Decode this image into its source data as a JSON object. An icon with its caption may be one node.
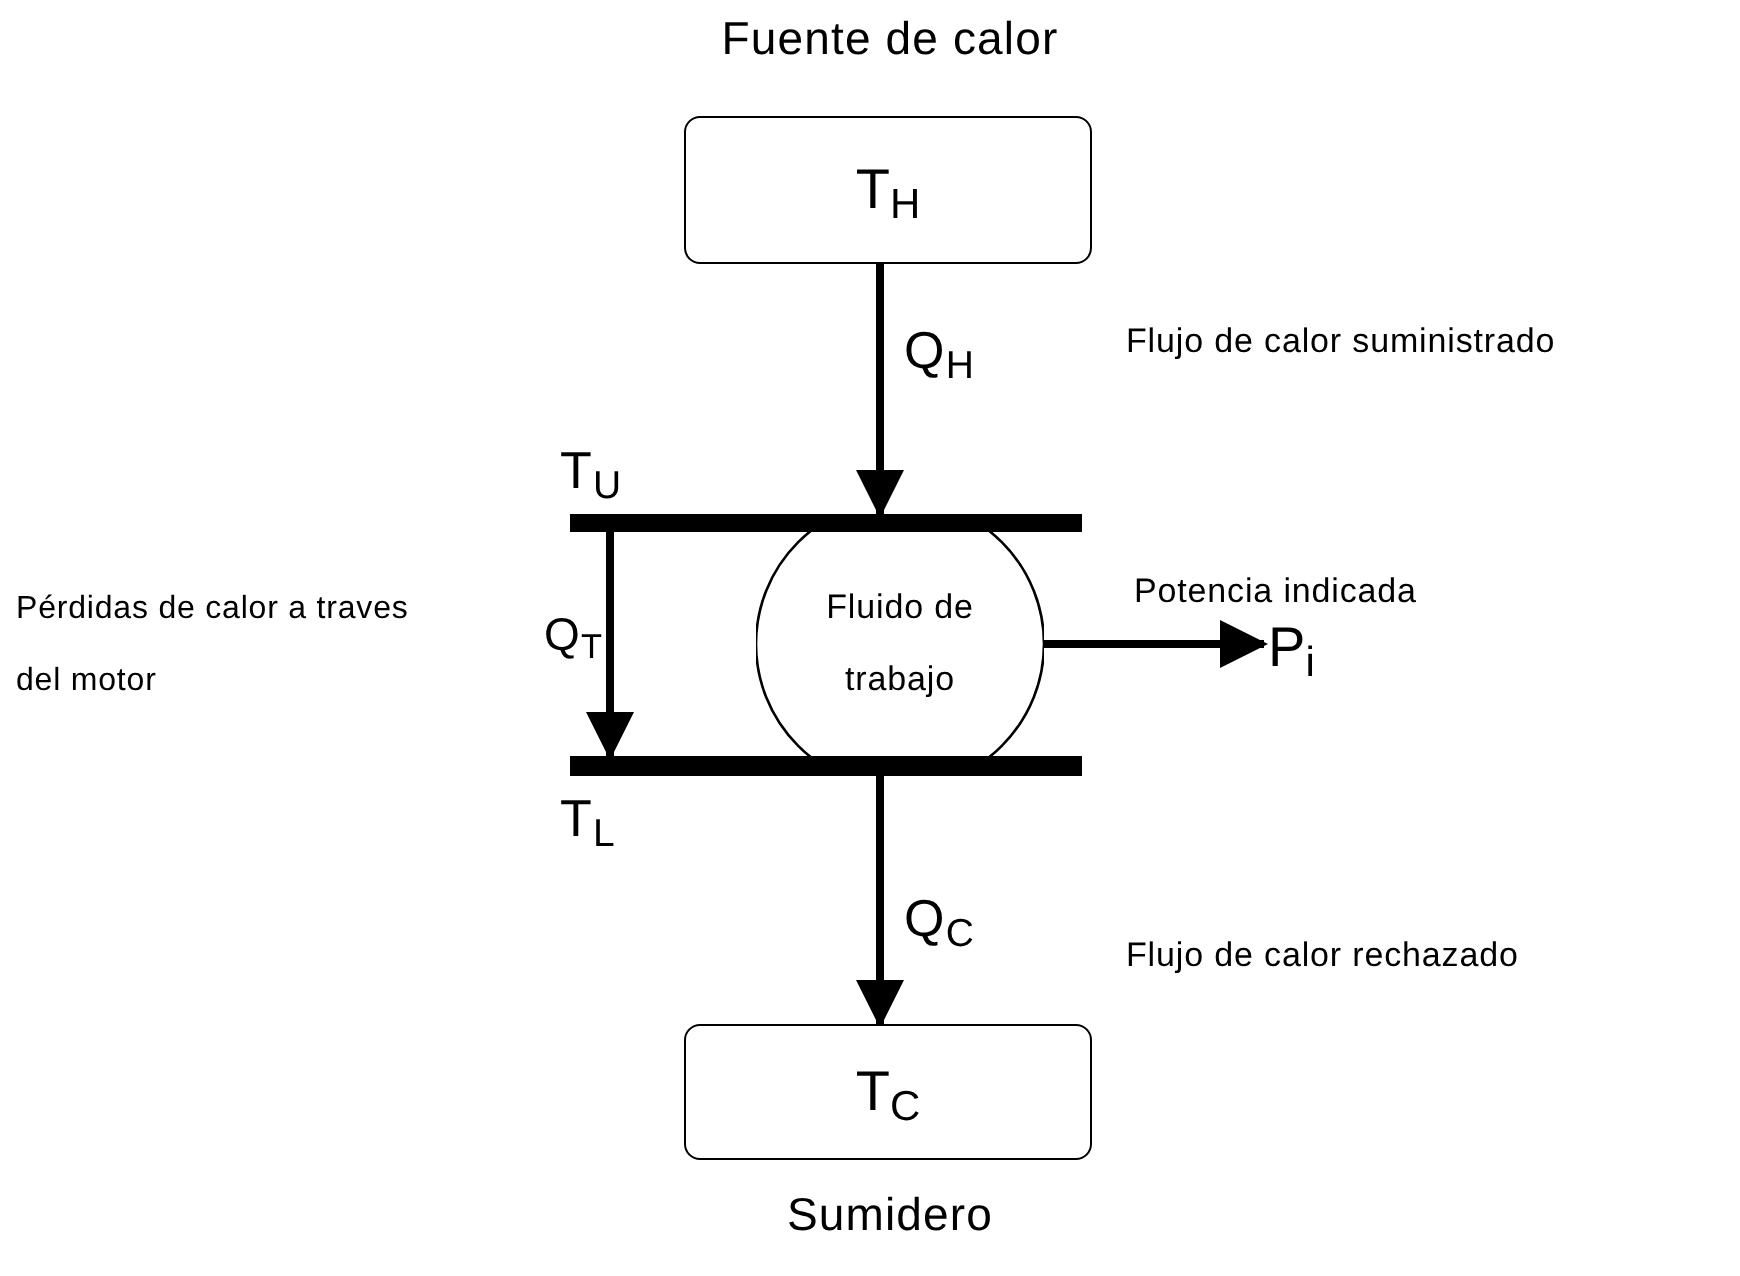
{
  "diagram": {
    "nodes": [
      {
        "text": [
          "T$_{H}$"
        ],
        "beside": [
          "Fuente de calor"
        ]
      },
      {
        "text": [],
        "shape": "bar",
        "beside": [
          "T$_{U}$"
        ]
      },
      {
        "text": [
          "Fluido de trabajo"
        ]
      },
      {
        "text": [],
        "shape": "bar",
        "beside": [
          "T$_{L}$"
        ]
      },
      {
        "text": [
          "T$_{C}$"
        ],
        "beside": [
          "Sumidero"
        ]
      },
      {
        "text": [
          "P$_{i}$"
        ]
      }
    ],
    "edges": [
      {
        "from": 0,
        "to": 1,
        "arrow": "to",
        "label": "Q$_{H}$"
      },
      {
        "from": 1,
        "to": 3,
        "arrow": "to",
        "label": "Q$_{T}$"
      },
      {
        "from": 2,
        "to": 5,
        "arrow": "to",
        "label": "Potencia indicada"
      },
      {
        "from": 3,
        "to": 4,
        "arrow": "to",
        "label": "Q$_{C}$"
      }
    ],
    "labels": [
      "Flujo de calor suministrado",
      "Pérdidas de calor a traves del motor",
      "Flujo de calor rechazado"
    ]
  }
}
